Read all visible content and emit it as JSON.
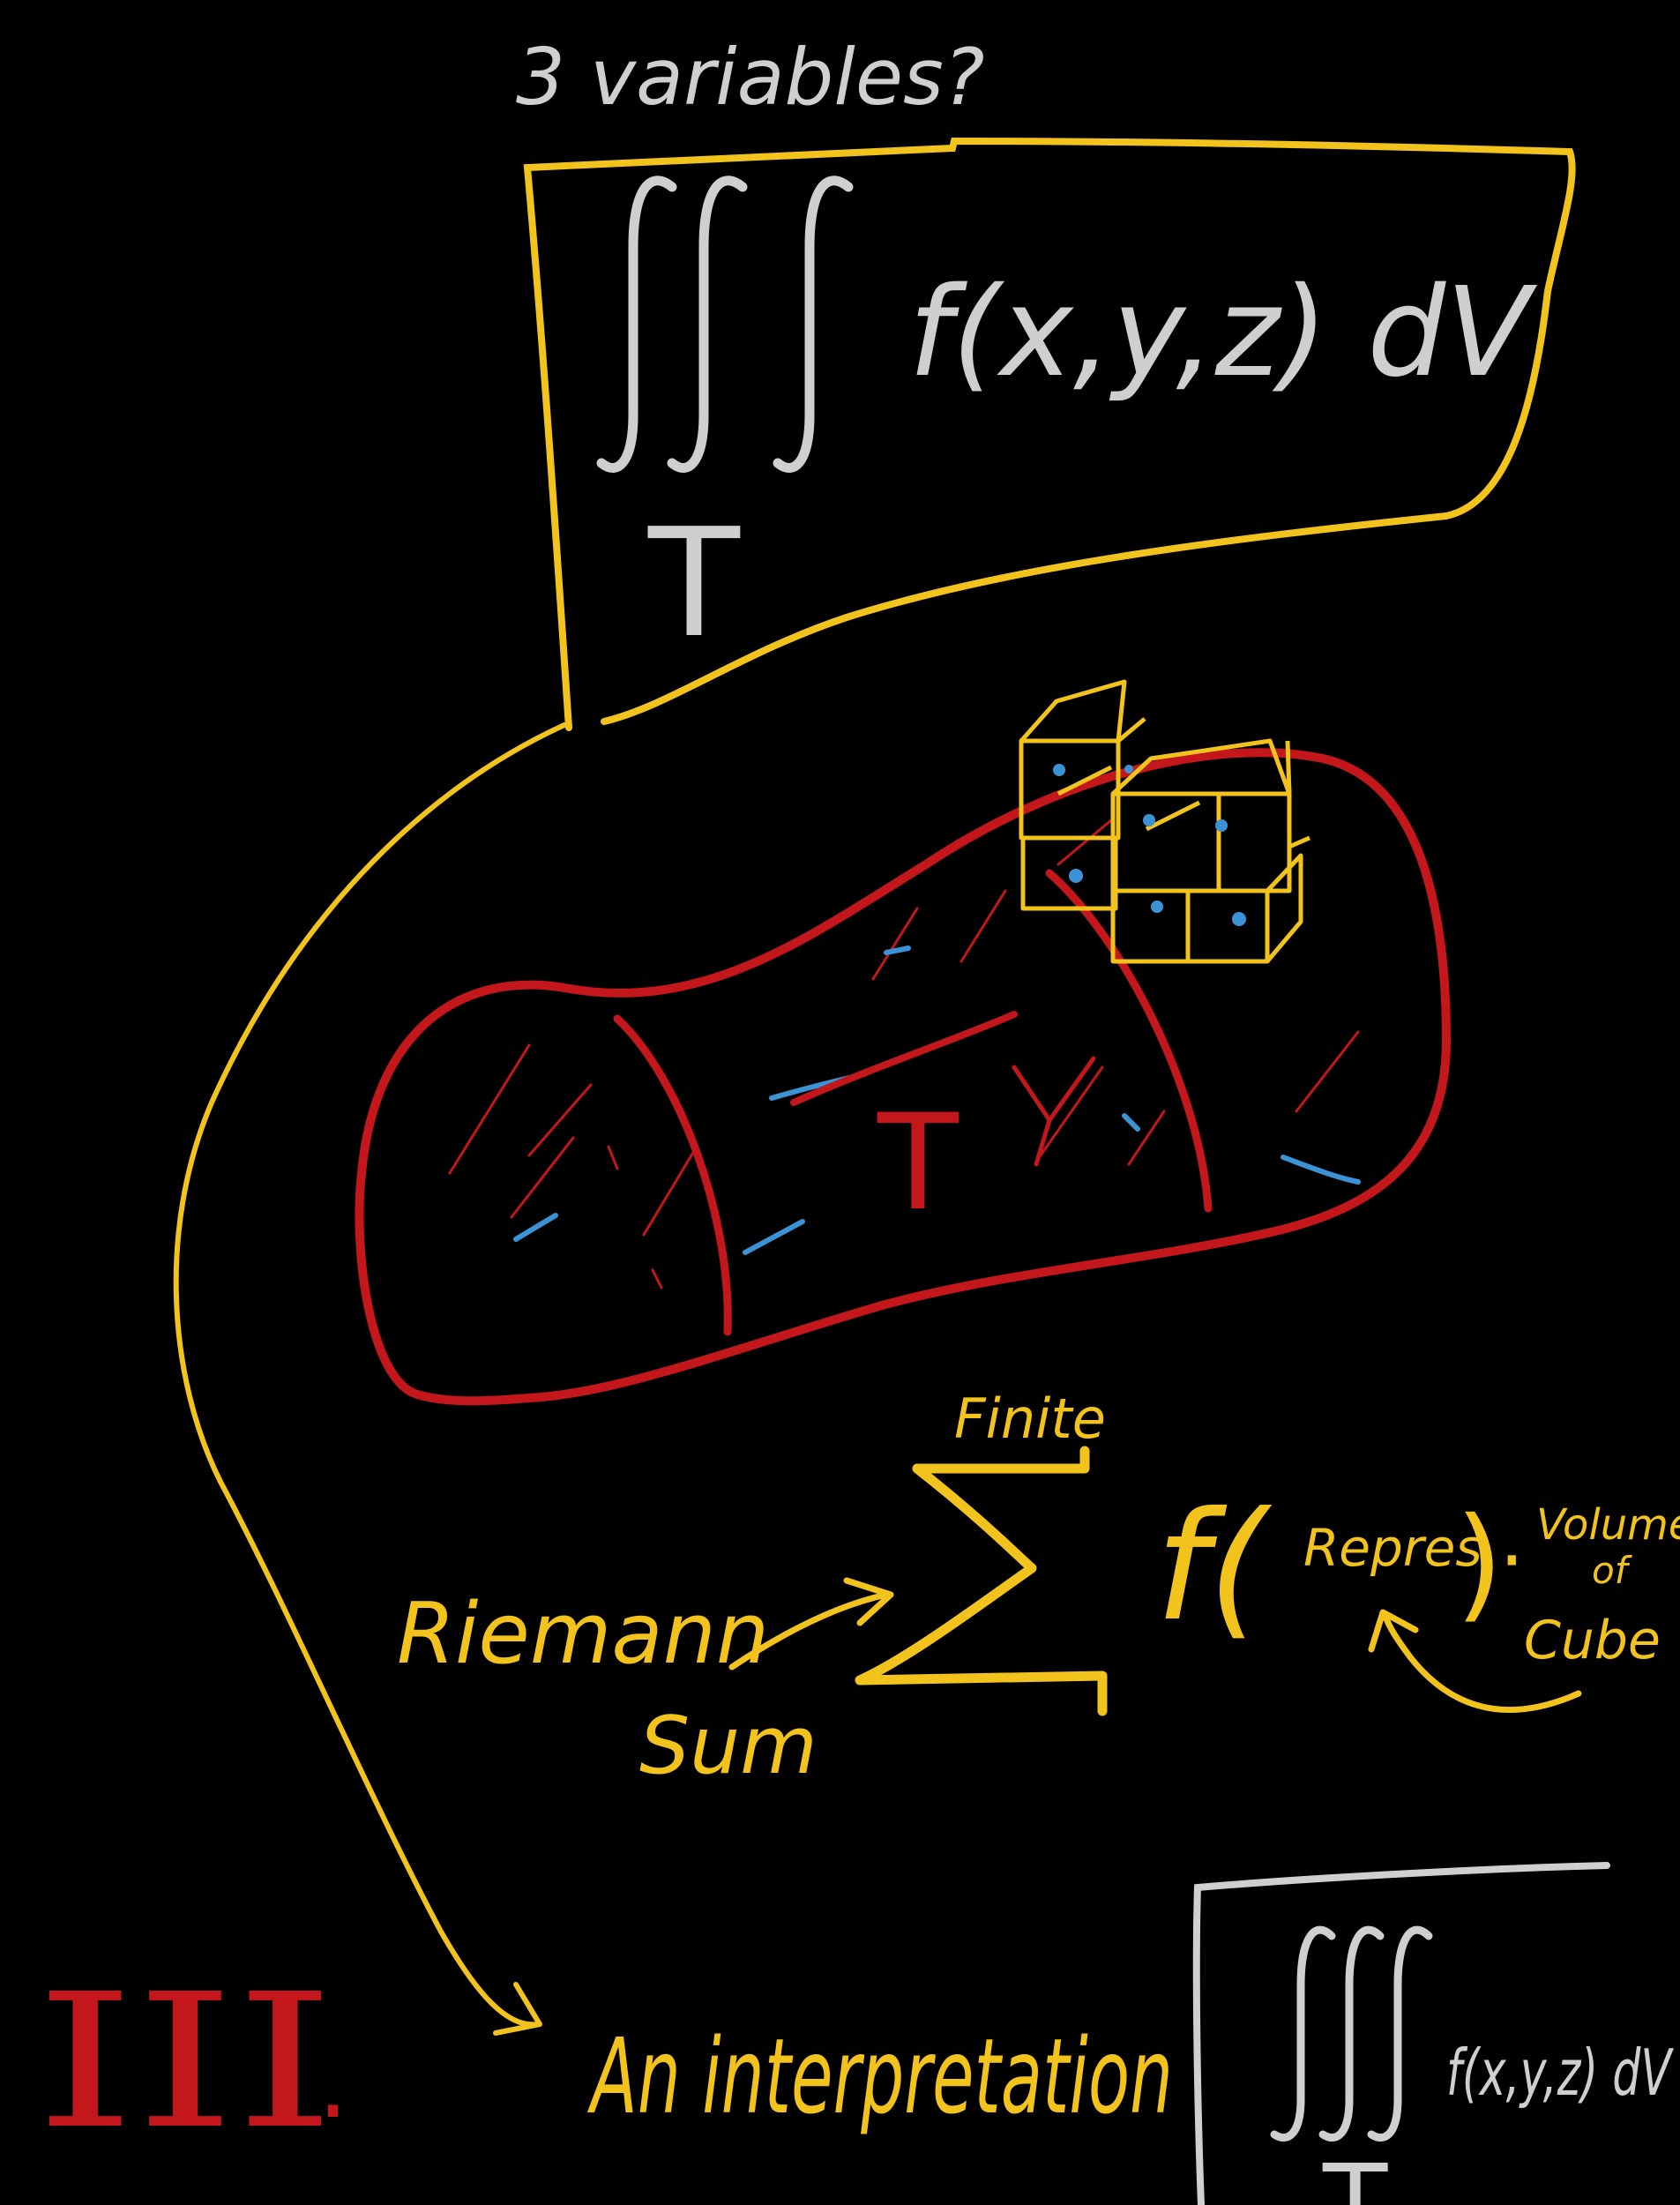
{
  "colors": {
    "background": "#000000",
    "yellow": "#f2c31c",
    "white": "#cfcfcf",
    "red": "#c3171b",
    "blue": "#3b93d6"
  },
  "top": {
    "question": "3 variables?",
    "integral_symbol": "∭",
    "integrand": "f(x,y,z) dV",
    "region": "T"
  },
  "region_label": "T",
  "riemann": {
    "label_line1": "Riemann",
    "label_line2": "Sum",
    "sum_symbol": "Σ",
    "top_label": "Finite",
    "expression": "f(",
    "argument": "Repres.",
    "close": ")",
    "dot": "·",
    "volume_line1": "Volume",
    "volume_line2": "of",
    "volume_line3": "Cube"
  },
  "section": {
    "numeral": "III",
    "period": ".",
    "text": "An interpretation",
    "integral_symbol": "∭",
    "integrand": "f(x,y,z) dV",
    "region": "T"
  }
}
